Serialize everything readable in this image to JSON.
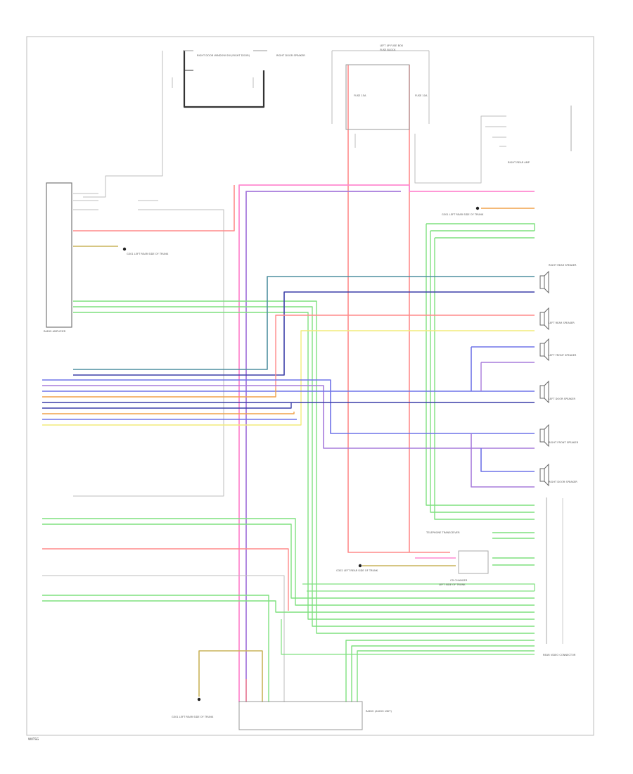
{
  "diagram": {
    "footer_code": "W0TSG",
    "wire_colors": {
      "green": "#7fe07f",
      "red": "#ff8a8a",
      "pink": "#ff8ad0",
      "violet": "#a77bdc",
      "blue": "#6f73e8",
      "navy": "#3c3fa8",
      "teal": "#4f8fa0",
      "orange": "#f0a24a",
      "yellow": "#f2ec7a",
      "gray": "#bdbdbd",
      "black": "#333333",
      "olive": "#c9b35a"
    },
    "components": {
      "top_left_sw_a": "RIGHT DOOR WINDOW SW (RIGHT DOOR)",
      "top_left_sw_b": "RIGHT DOOR SPEAKER",
      "fuse_box": "LEFT I/P FUSE BOX",
      "fuse_box_sub": "FUSE BLOCK",
      "fuse_a": "FUSE 15A",
      "fuse_b": "FUSE 10A",
      "right_top_unit": "RIGHT REAR AMP",
      "left_module": "RADIO AMPLIFIER",
      "ground_top": "G301 LEFT REAR SIDE OF TRUNK",
      "ground_left": "G301 LEFT REAR SIDE OF TRUNK",
      "spk_1": "RIGHT REAR SPEAKER",
      "spk_2": "LEFT REAR SPEAKER",
      "spk_3": "LEFT FRONT SPEAKER",
      "spk_4": "LEFT DOOR SPEAKER",
      "spk_5": "RIGHT FRONT SPEAKER",
      "spk_6": "RIGHT DOOR SPEAKER",
      "cd_label": "CD CHANGER",
      "cd_sub": "LEFT SIDE OF TRUNK",
      "telephone": "TELEPHONE TRANSCEIVER",
      "right_conn": "REAR VIDEO CONNECTOR",
      "bottom_module": "RADIO (AUDIO UNIT)",
      "ground_bottom": "G301 LEFT REAR SIDE OF TRUNK",
      "ground_mid": "G302 LEFT REAR SIDE OF TRUNK"
    }
  }
}
